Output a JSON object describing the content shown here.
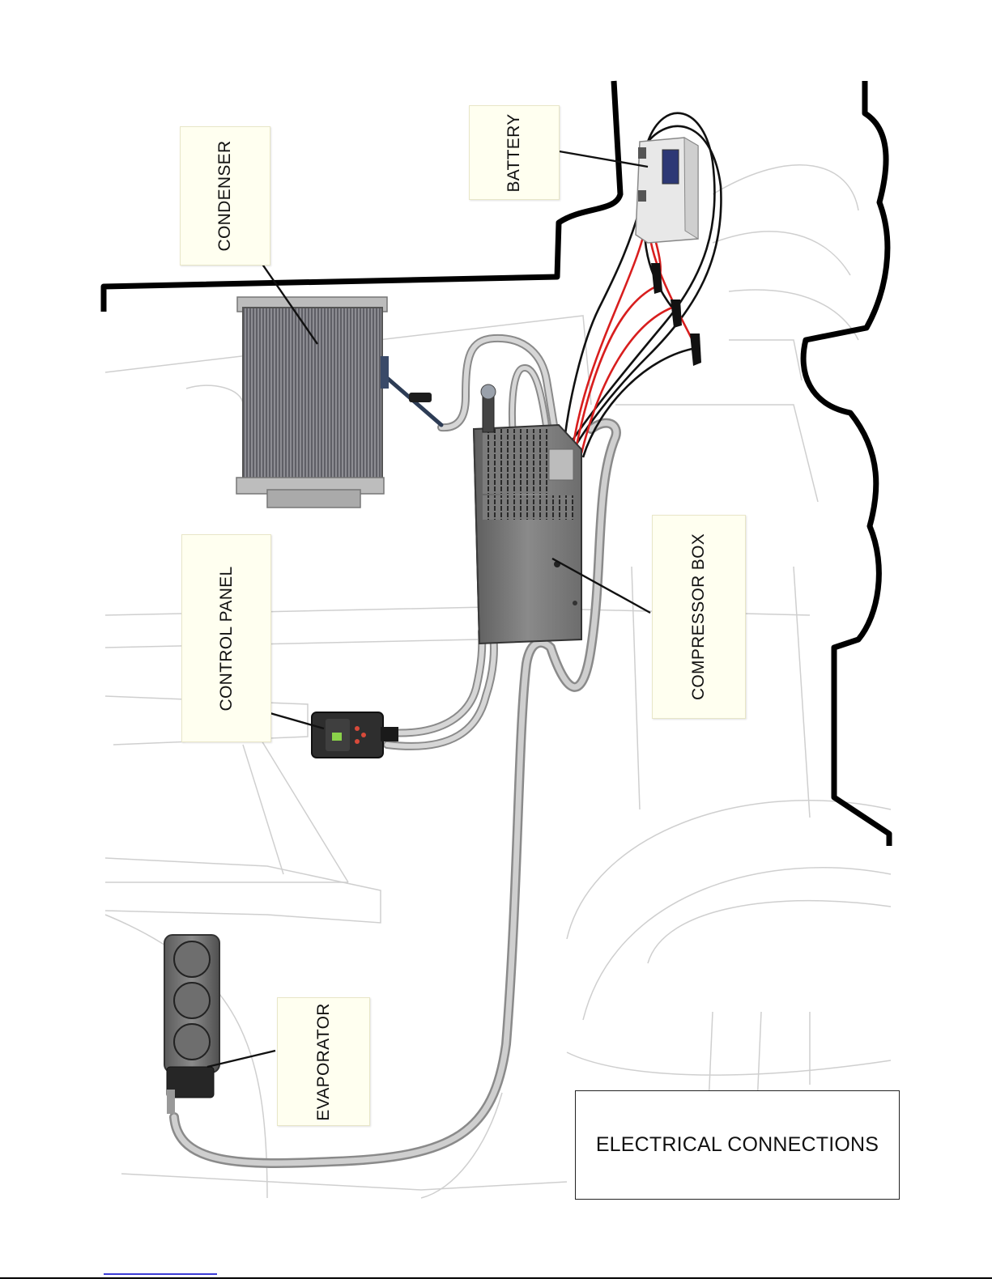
{
  "labels": {
    "battery": "BATTERY",
    "condenser": "CONDENSER",
    "control_panel": "CONTROL PANEL",
    "compressor_box": "COMPRESSOR BOX",
    "evaporator": "EVAPORATOR"
  },
  "title": "ELECTRICAL CONNECTIONS",
  "colors": {
    "vehicle_outline": "#000000",
    "sketch_lines": "#cfcfcf",
    "wire_positive": "#d81e1e",
    "wire_negative": "#111111",
    "hose": "#9a9a9a",
    "label_fill": "#fffff0"
  },
  "icons": [
    "condenser-unit-icon",
    "battery-unit-icon",
    "compressor-box-icon",
    "control-panel-unit-icon",
    "evaporator-unit-icon"
  ]
}
